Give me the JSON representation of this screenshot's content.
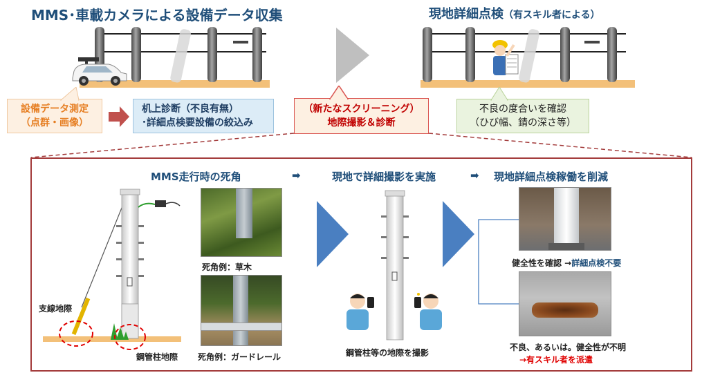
{
  "top": {
    "left_title": "MMS･車載カメラによる設備データ収集",
    "right_title": "現地詳細点検",
    "right_title_sub": "（有スキル者による）"
  },
  "flow": {
    "measure": {
      "line1": "設備データ測定",
      "line2": "（点群・画像）"
    },
    "desk": {
      "line1": "机上診断（不良有無）",
      "line2": "･詳細点検要設備の絞込み"
    },
    "screening": {
      "line1": "（新たなスクリーニング）",
      "line2": "地際撮影＆診断"
    },
    "confirm": {
      "line1": "不良の度合いを確認",
      "line2": "（ひび幅、錆の深さ等）"
    }
  },
  "detail": {
    "heading1": "MMS走行時の死角",
    "heading2": "現地で詳細撮影を実施",
    "heading3": "現地詳細点検稼働を削減",
    "arrow_glyph": "➡",
    "guy_label": "支線地際",
    "pole_label": "鋼管柱地際",
    "photo1_caption": "死角例：草木",
    "photo2_caption": "死角例：ガードレール",
    "center_caption": "鋼管柱等の地際を撮影",
    "result1_black": "健全性を確認 →",
    "result1_blue": "詳細点検不要",
    "result2_line1": "不良、あるいは。健全性が不明",
    "result2_line2": "→有スキル者を派遣"
  },
  "colors": {
    "title_blue": "#1f4e79",
    "measure_text": "#e67e22",
    "desk_bg": "#dcecf7",
    "screen_border": "#d9534f",
    "screen_text": "#c00000",
    "confirm_bg": "#eaf3df",
    "ground": "#f3c079",
    "arrow_gray": "#bfbfbf",
    "arrow_red": "#c0504d",
    "arrow_blue": "#4a7fc1",
    "frame_red": "#a33a3a",
    "result_red": "#e00000"
  }
}
